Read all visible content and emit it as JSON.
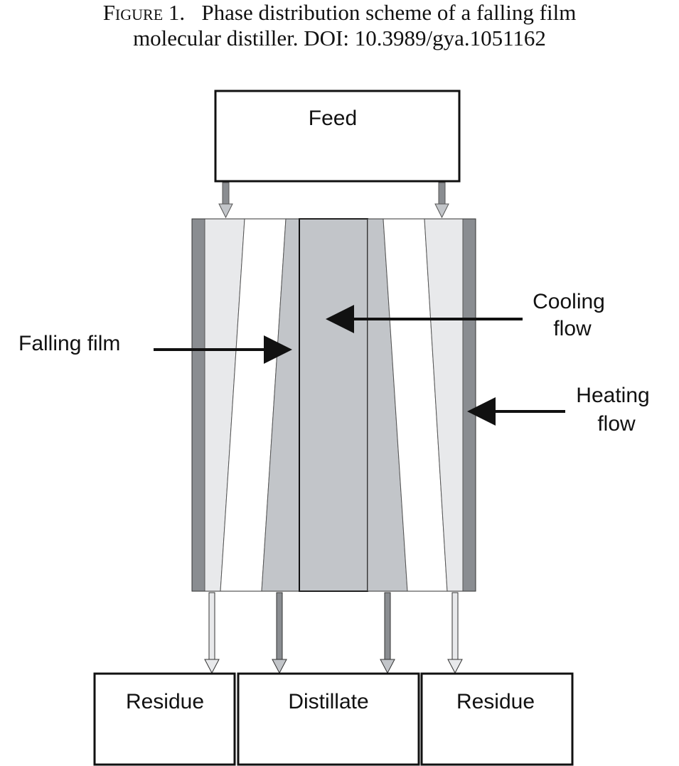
{
  "caption": {
    "figure_label": "Figure 1.",
    "title_part1": "Phase distribution scheme of a falling film",
    "title_part2": "molecular distiller. DOI: 10.3989/gya.1051162"
  },
  "diagram": {
    "feed_label": "Feed",
    "cooling_label_line1": "Cooling",
    "cooling_label_line2": "flow",
    "heating_label_line1": "Heating",
    "heating_label_line2": "flow",
    "falling_film_label": "Falling film",
    "outputs": {
      "residue_left": "Residue",
      "distillate": "Distillate",
      "residue_right": "Residue"
    },
    "colors": {
      "wall": "#8a8d91",
      "film": "#e8e9eb",
      "vapor": "#ffffff",
      "distillate_zone": "#c2c5c9",
      "condenser": "#c2c5c9"
    }
  }
}
